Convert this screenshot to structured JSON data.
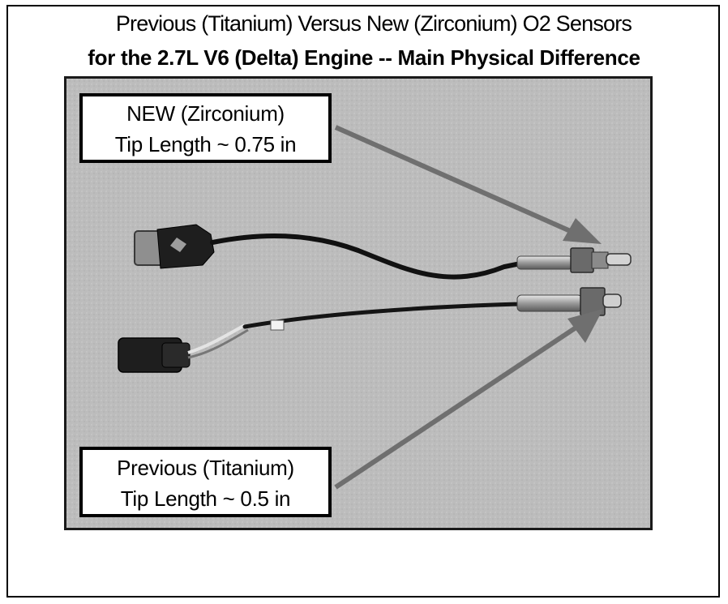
{
  "title": {
    "line1": "Previous (Titanium) Versus New (Zirconium) O2 Sensors",
    "line2": "for the 2.7L V6 (Delta) Engine -- Main Physical Difference"
  },
  "labels": {
    "new": {
      "line1": "NEW (Zirconium)",
      "line2": "Tip Length ~ 0.75 in"
    },
    "previous": {
      "line1": "Previous (Titanium)",
      "line2": "Tip Length ~ 0.5 in"
    }
  },
  "colors": {
    "arrow": "#6f6f6f",
    "photo_background": "#bdbdbd",
    "frame": "#000000"
  }
}
